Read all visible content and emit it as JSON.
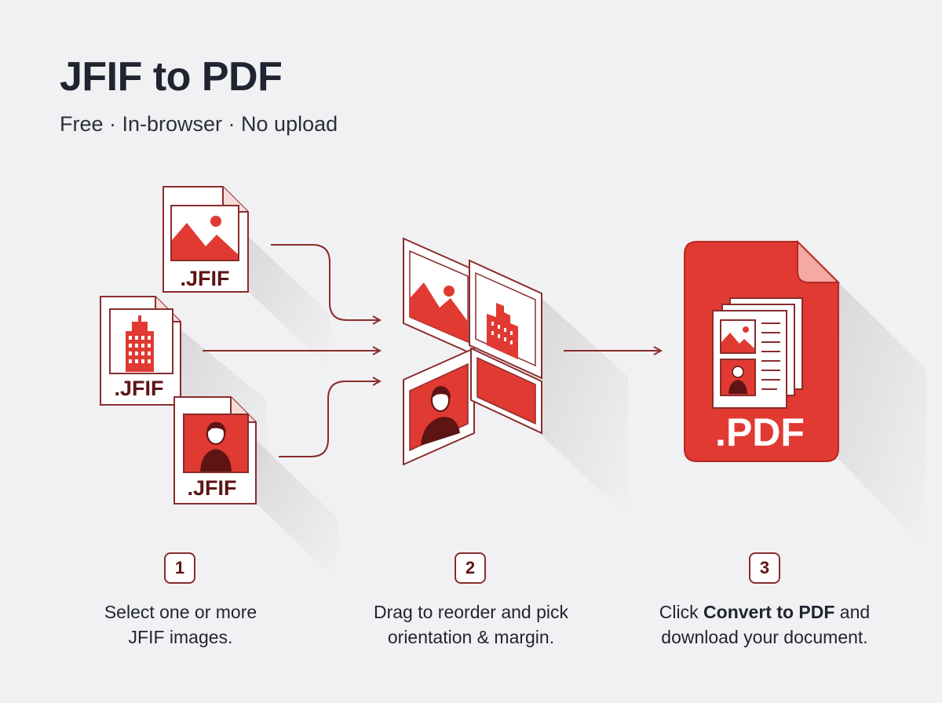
{
  "header": {
    "title": "JFIF to PDF",
    "subtitle": "Free · In-browser · No upload"
  },
  "files": {
    "input_label": ".JFIF",
    "output_label": ".PDF"
  },
  "colors": {
    "accent": "#e03a32",
    "outline": "#8a2c2c",
    "dark_red": "#5e1414",
    "background": "#f1f1f3"
  },
  "icons": [
    "landscape-image-icon",
    "building-icon",
    "person-portrait-icon",
    "arrow-right-icon",
    "document-icon"
  ],
  "steps": [
    {
      "number": "1",
      "line1": "Select one or more",
      "line2": "JFIF images."
    },
    {
      "number": "2",
      "line1": "Drag to reorder and pick",
      "line2": "orientation & margin."
    },
    {
      "number": "3",
      "line1_before": "Click ",
      "line1_bold": "Convert to PDF",
      "line1_after": " and",
      "line2": "download your document."
    }
  ]
}
